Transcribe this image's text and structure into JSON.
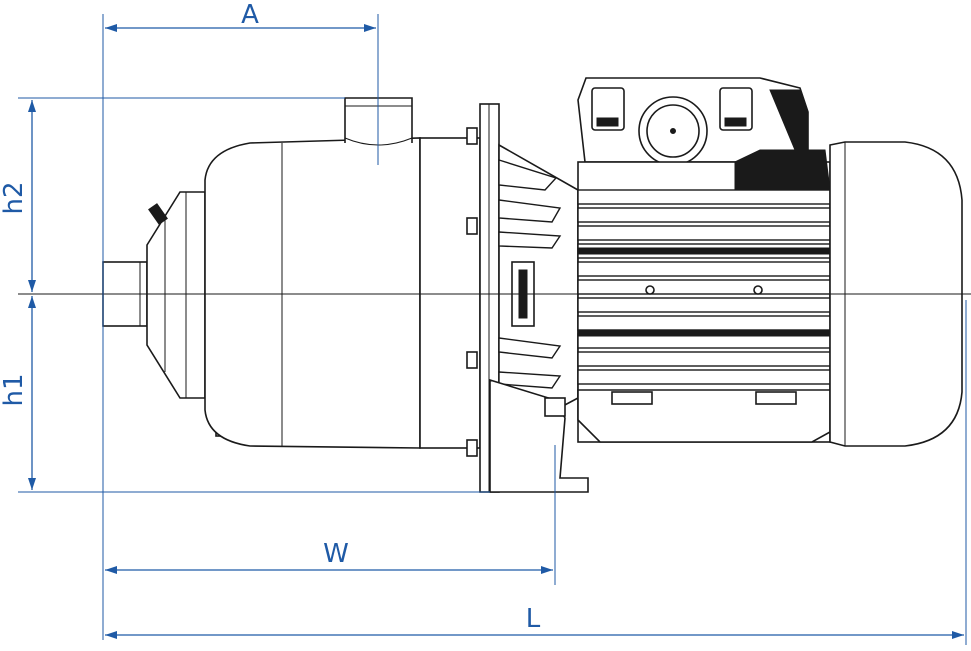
{
  "colors": {
    "dimension": "#1f5aa6",
    "outline": "#1a1a1a",
    "background": "#ffffff"
  },
  "dimensions": {
    "A": "A",
    "W": "W",
    "L": "L",
    "h1": "h1",
    "h2": "h2"
  }
}
